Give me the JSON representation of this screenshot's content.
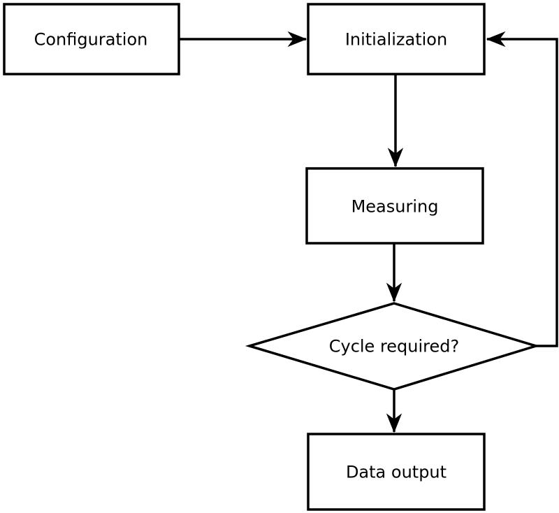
{
  "diagram": {
    "type": "flowchart",
    "background_color": "#ffffff",
    "line_color": "#000000",
    "text_color": "#000000",
    "nodes": {
      "configuration": {
        "label": "Configuration",
        "shape": "rectangle"
      },
      "initialization": {
        "label": "Initialization",
        "shape": "rectangle"
      },
      "measuring": {
        "label": "Measuring",
        "shape": "rectangle"
      },
      "cycle_required": {
        "label": "Cycle required?",
        "shape": "diamond"
      },
      "data_output": {
        "label": "Data output",
        "shape": "rectangle"
      }
    },
    "edges": [
      {
        "from": "Configuration",
        "to": "Initialization",
        "style": "arrow"
      },
      {
        "from": "Initialization",
        "to": "Measuring",
        "style": "arrow"
      },
      {
        "from": "Measuring",
        "to": "Cycle required?",
        "style": "arrow"
      },
      {
        "from": "Cycle required?",
        "to": "Data output",
        "style": "arrow"
      },
      {
        "from": "Cycle required?",
        "to": "Initialization",
        "style": "arrow, loop back along right side"
      }
    ]
  }
}
